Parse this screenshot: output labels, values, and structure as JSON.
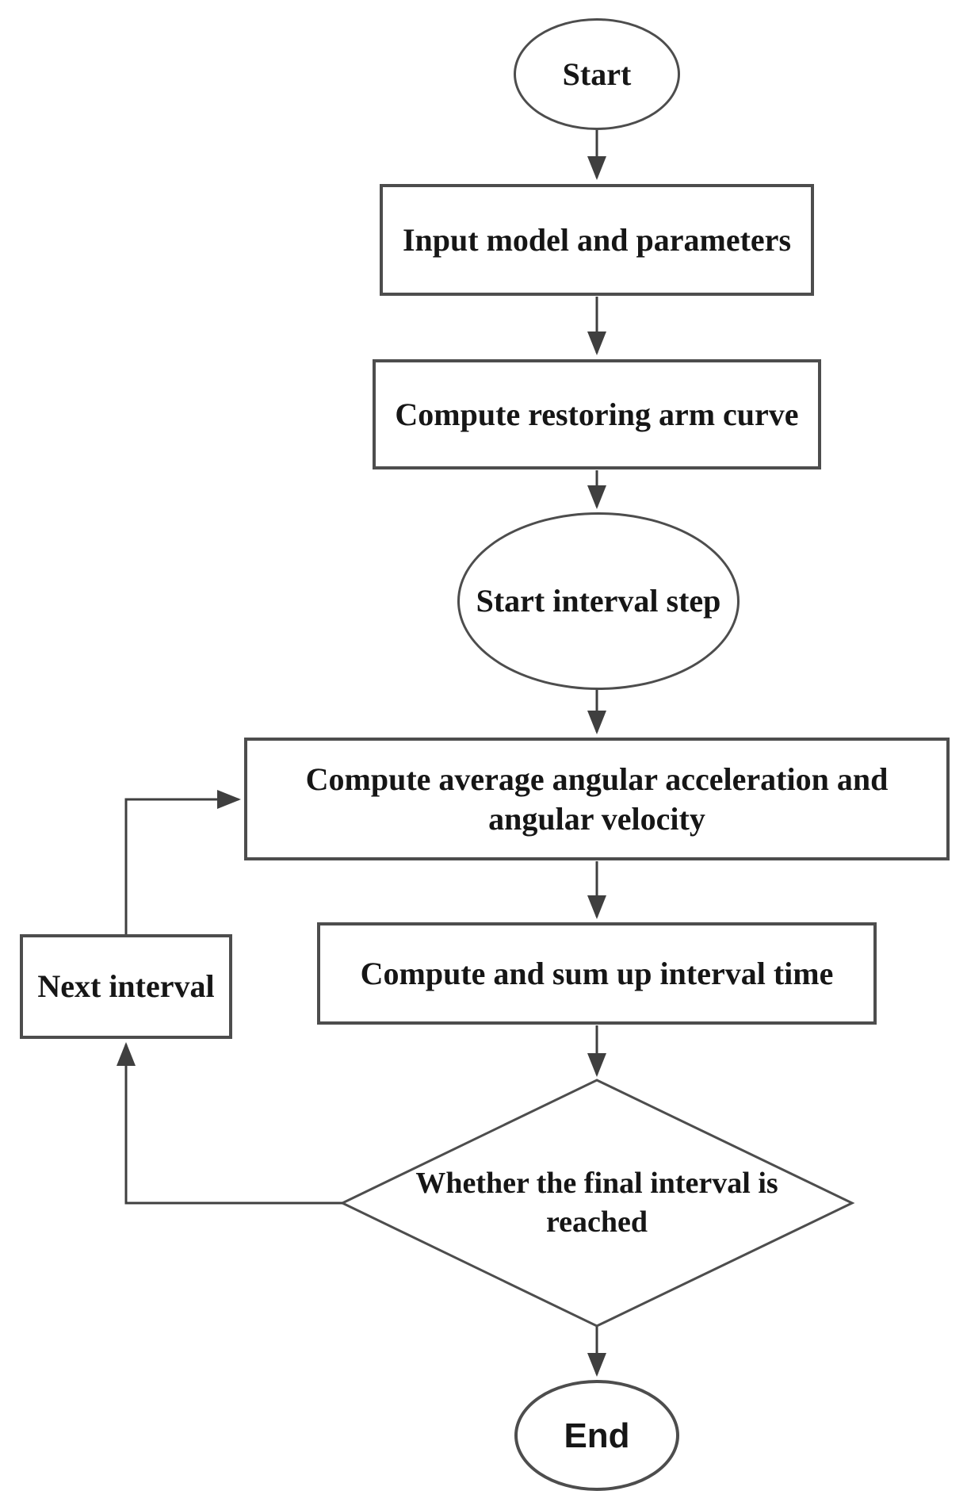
{
  "diagram": {
    "type": "flowchart",
    "colors": {
      "background": "#ffffff",
      "line": "#4d4d4d",
      "text": "#161616"
    },
    "nodes": {
      "start": {
        "shape": "ellipse",
        "label": "Start"
      },
      "input_model": {
        "shape": "rectangle",
        "label": "Input model and parameters"
      },
      "restoring_arm": {
        "shape": "rectangle",
        "label": "Compute restoring arm curve"
      },
      "interval_step": {
        "shape": "ellipse",
        "label": "Start interval step"
      },
      "angular": {
        "shape": "rectangle",
        "label": "Compute average angular acceleration and angular velocity"
      },
      "interval_time": {
        "shape": "rectangle",
        "label": "Compute and sum up interval time"
      },
      "decision": {
        "shape": "diamond",
        "label": "Whether the final interval is reached"
      },
      "next_interval": {
        "shape": "rectangle",
        "label": "Next interval"
      },
      "end": {
        "shape": "ellipse",
        "label": "End"
      }
    },
    "edges": [
      {
        "from": "start",
        "to": "input_model"
      },
      {
        "from": "input_model",
        "to": "restoring_arm"
      },
      {
        "from": "restoring_arm",
        "to": "interval_step"
      },
      {
        "from": "interval_step",
        "to": "angular"
      },
      {
        "from": "angular",
        "to": "interval_time"
      },
      {
        "from": "interval_time",
        "to": "decision"
      },
      {
        "from": "decision",
        "to": "end"
      },
      {
        "from": "decision",
        "to": "next_interval"
      },
      {
        "from": "next_interval",
        "to": "angular"
      }
    ]
  }
}
